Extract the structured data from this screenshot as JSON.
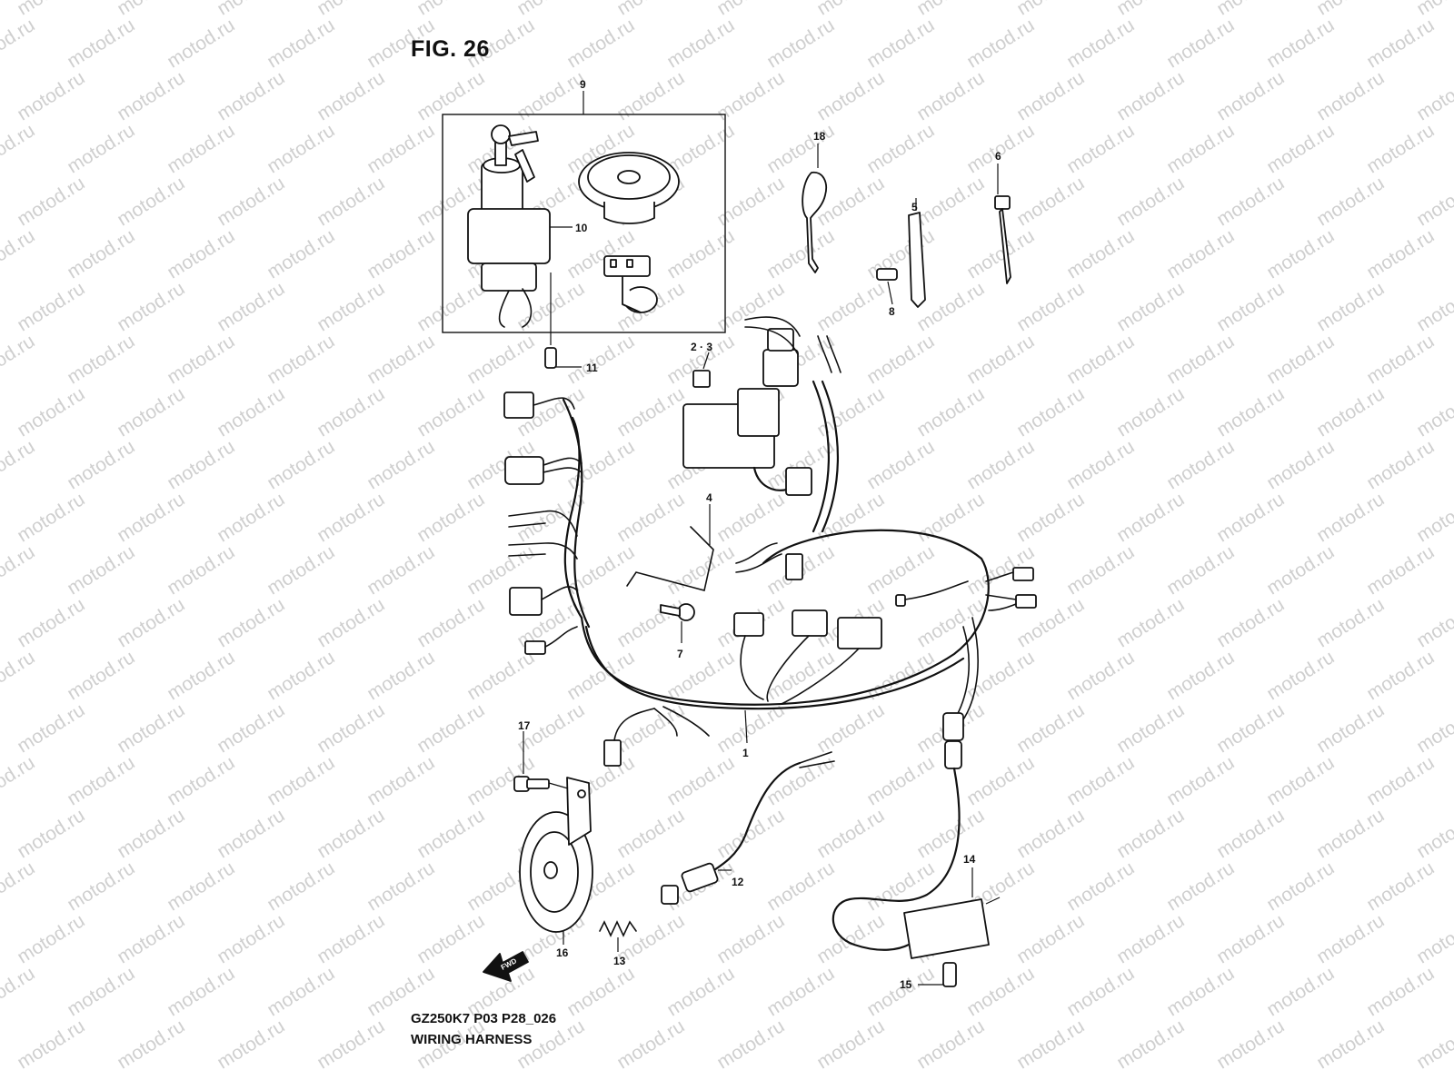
{
  "figure": {
    "title": "FIG. 26",
    "model_code": "GZ250K7 P03 P28_026",
    "caption": "WIRING HARNESS"
  },
  "watermark": {
    "text": "motod.ru",
    "color": "#cfcfcf"
  },
  "fwd_arrow": {
    "text": "FWD"
  },
  "callouts": [
    {
      "id": "cal-1",
      "label": "1"
    },
    {
      "id": "cal-2-3",
      "label": "2 · 3"
    },
    {
      "id": "cal-4",
      "label": "4"
    },
    {
      "id": "cal-5",
      "label": "5"
    },
    {
      "id": "cal-6",
      "label": "6"
    },
    {
      "id": "cal-7",
      "label": "7"
    },
    {
      "id": "cal-8",
      "label": "8"
    },
    {
      "id": "cal-9",
      "label": "9"
    },
    {
      "id": "cal-10",
      "label": "10"
    },
    {
      "id": "cal-11",
      "label": "11"
    },
    {
      "id": "cal-12",
      "label": "12"
    },
    {
      "id": "cal-13",
      "label": "13"
    },
    {
      "id": "cal-14",
      "label": "14"
    },
    {
      "id": "cal-15",
      "label": "15"
    },
    {
      "id": "cal-16",
      "label": "16"
    },
    {
      "id": "cal-17",
      "label": "17"
    },
    {
      "id": "cal-18",
      "label": "18"
    }
  ],
  "colors": {
    "ink": "#111111",
    "background": "#ffffff"
  }
}
